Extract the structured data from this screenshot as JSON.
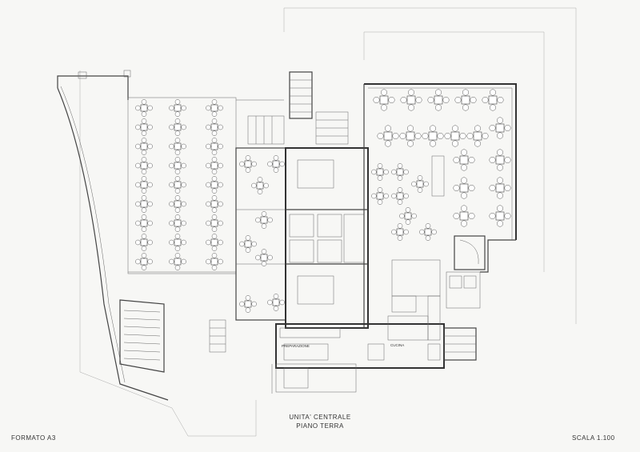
{
  "drawing": {
    "title_line1": "UNITA'  CENTRALE",
    "title_line2": "PIANO TERRA",
    "format": "FORMATO A3",
    "scale": "SCALA 1.100"
  },
  "rooms": {
    "preparation": "PREPARAZIONE",
    "kitchen": "CUCINA"
  },
  "colors": {
    "paper": "#f7f7f5",
    "ink": "#333333"
  }
}
